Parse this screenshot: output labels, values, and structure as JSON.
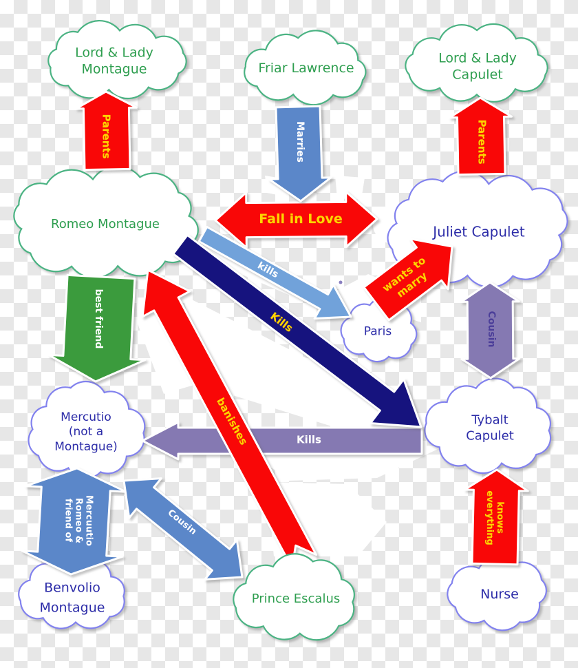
{
  "nodes": {
    "lord_lady_montague": {
      "label": "Lord & Lady\nMontague",
      "variant": "green"
    },
    "friar_lawrence": {
      "label": "Friar Lawrence",
      "variant": "green"
    },
    "lord_lady_capulet": {
      "label": "Lord & Lady\nCapulet",
      "variant": "green"
    },
    "romeo": {
      "label": "Romeo Montague",
      "variant": "green"
    },
    "juliet": {
      "label": "Juliet Capulet",
      "variant": "blue"
    },
    "paris": {
      "label": "Paris",
      "variant": "blue"
    },
    "mercutio": {
      "label": "Mercutio\n(not a\nMontague)",
      "variant": "blue"
    },
    "tybalt": {
      "label": "Tybalt Capulet",
      "variant": "blue"
    },
    "benvolio": {
      "label": "Benvolio\nMontague",
      "variant": "blue"
    },
    "prince_escalus": {
      "label": "Prince Escalus",
      "variant": "green"
    },
    "nurse": {
      "label": "Nurse",
      "variant": "blue"
    }
  },
  "arrows": {
    "parents_left": {
      "label": "Parents"
    },
    "parents_right": {
      "label": "Parents"
    },
    "marries": {
      "label": "Marries"
    },
    "fall_in_love": {
      "label": "Fall in Love"
    },
    "wants_to_marry": {
      "label": "wants to\nmarry"
    },
    "kills_paris": {
      "label": "kills"
    },
    "kills_tybalt": {
      "label": "Kills"
    },
    "best_friend": {
      "label": "best friend"
    },
    "banishes": {
      "label": "banishes"
    },
    "kills_mercutio": {
      "label": "Kills"
    },
    "cousin_juliet_tybalt": {
      "label": "Cousin"
    },
    "cousin_mercutio_prince": {
      "label": "Cousin"
    },
    "friend_of": {
      "label": "friend of Romeo & Mercuutio",
      "lines": [
        "friend of",
        "Romeo &",
        "Mercuutio"
      ]
    },
    "knows_everything": {
      "label": "knows everything",
      "lines": [
        "everything",
        "knows"
      ]
    }
  },
  "colors": {
    "red": "#f90707",
    "blue_medium": "#5b87c9",
    "blue_light": "#71a2da",
    "navy": "#16137e",
    "green_arrow": "#3b9b3d",
    "purple": "#8579b2",
    "yellow": "#ffd400",
    "cloud_stroke_green": "#4bb383",
    "cloud_stroke_blue": "#8282ee",
    "node_text_green": "#2e9e4f",
    "node_text_blue": "#2c2ca8",
    "cousin_label_text": "#4b3e99",
    "checker": "#e7e7e7",
    "stray_mark": "#8a7fc0"
  }
}
